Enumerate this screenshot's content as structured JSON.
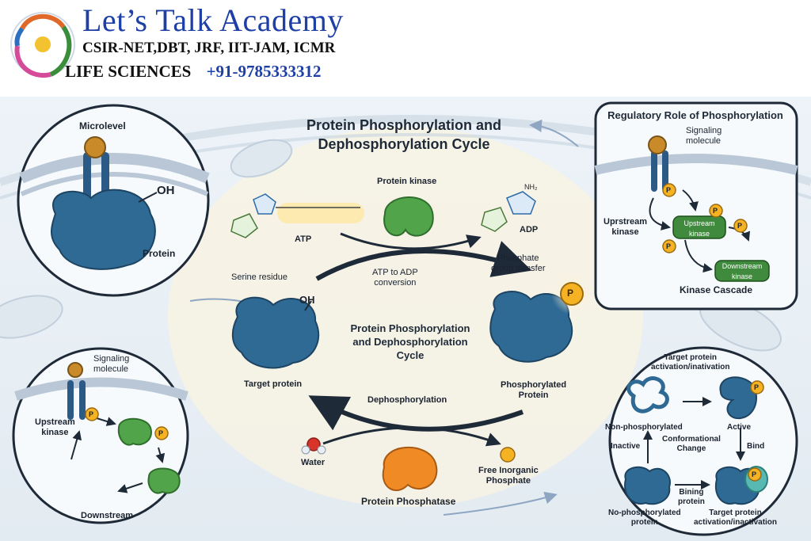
{
  "header": {
    "title": "Let’s Talk Academy",
    "subtitle": "CSIR-NET,DBT, JRF, IIT-JAM, ICMR",
    "line3_left": "LIFE SCIENCES",
    "line3_phone": "+91-9785333312"
  },
  "diagram": {
    "main_title_l1": "Protein Phosphorylation and",
    "main_title_l2": "Dephosphorylation Cycle",
    "center_title_l1": "Protein Phosphorylation",
    "center_title_l2": "and Dephosphorylation",
    "center_title_l3": "Cycle",
    "top_left": {
      "title": "Microlevel",
      "oh": "OH",
      "protein": "Protein"
    },
    "cycle": {
      "kinase": "Protein kinase",
      "atp": "ATP",
      "adp": "ADP",
      "nh2": "NH₂",
      "atp_to_adp_l1": "ATP to ADP",
      "atp_to_adp_l2": "conversion",
      "phosphate_transfer_l1": "Phosphate",
      "phosphate_transfer_l2": "group transfer",
      "serine": "Serine residue",
      "oh": "OH",
      "target": "Target protein",
      "phosphorylated_l1": "Phosphorylated",
      "phosphorylated_l2": "Protein",
      "p": "P",
      "dephos": "Dephosphorylation",
      "water": "Water",
      "free_pi_l1": "Free Inorganic",
      "free_pi_l2": "Phosphate",
      "phosphatase": "Protein Phosphatase"
    },
    "top_right": {
      "title": "Regulatory Role of Phosphorylation",
      "signal_l1": "Signaling",
      "signal_l2": "molecule",
      "upstream_kinase_l1": "Uprstream",
      "upstream_kinase_l2": "kinase",
      "box1_l1": "Upstream",
      "box1_l2": "kinase",
      "box2_l1": "Downstream",
      "box2_l2": "kinase",
      "cascade": "Kinase Cascade",
      "p": "P"
    },
    "bottom_left": {
      "signal_l1": "Signaling",
      "signal_l2": "molecule",
      "upstream_l1": "Upstream",
      "upstream_l2": "kinase",
      "downstream": "Downstream",
      "p": "P"
    },
    "bottom_right": {
      "top_l1": "Target protein",
      "top_l2": "activation/inativation",
      "nonphos": "Non-phosphorylated",
      "active": "Active",
      "inactive": "Inactive",
      "conf_l1": "Conformational",
      "conf_l2": "Change",
      "bind": "Bind",
      "nophos_l1": "No-phosphorylated",
      "nophos_l2": "protein",
      "bining_l1": "Bining",
      "bining_l2": "protein",
      "bottom_l1": "Target protein",
      "bottom_l2": "activation/inactivation",
      "p": "P"
    }
  },
  "colors": {
    "brand_blue": "#1d3fa6",
    "protein_blue": "#2f6a94",
    "kinase_green": "#3f9a3c",
    "phosphatase_orange": "#f08a24",
    "phosphate_yellow": "#f5b324"
  }
}
